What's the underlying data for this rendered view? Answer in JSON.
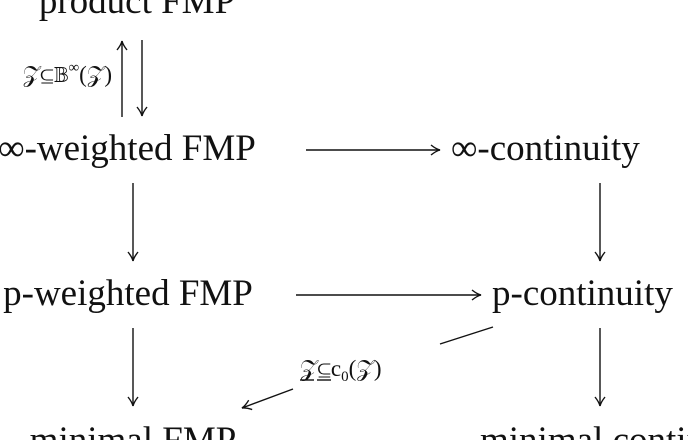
{
  "nodes": {
    "product": "product FMP",
    "inf_weighted": "∞-weighted FMP",
    "p_weighted": "p-weighted FMP",
    "minimal": "minimal FMP",
    "inf_continuity": "∞-continuity",
    "p_continuity": "p-continuity",
    "minimal_continuity": "minimal continuity"
  },
  "labels": {
    "product_arrow": {
      "base": "𝒵⊆𝔹",
      "sup": "∞",
      "tail": "(𝒵)"
    },
    "diagonal_arrow": {
      "base": "𝒵⊆c",
      "sub": "0",
      "tail": "(𝒵)"
    }
  }
}
